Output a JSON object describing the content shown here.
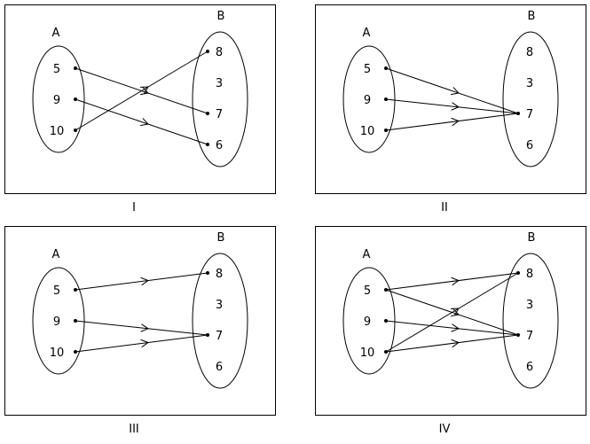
{
  "set_a_label": "A",
  "set_b_label": "B",
  "panels": [
    {
      "label": "I",
      "set_a": [
        "5",
        "9",
        "10"
      ],
      "set_b": [
        "8",
        "3",
        "7",
        "6"
      ],
      "b_points": [
        "8",
        "7",
        "6"
      ],
      "mappings": [
        [
          "5",
          "7"
        ],
        [
          "9",
          "6"
        ],
        [
          "10",
          "8"
        ]
      ]
    },
    {
      "label": "II",
      "set_a": [
        "5",
        "9",
        "10"
      ],
      "set_b": [
        "8",
        "3",
        "7",
        "6"
      ],
      "b_points": [
        "7"
      ],
      "mappings": [
        [
          "5",
          "7"
        ],
        [
          "9",
          "7"
        ],
        [
          "10",
          "7"
        ]
      ]
    },
    {
      "label": "III",
      "set_a": [
        "5",
        "9",
        "10"
      ],
      "set_b": [
        "8",
        "3",
        "7",
        "6"
      ],
      "b_points": [
        "8",
        "7"
      ],
      "mappings": [
        [
          "5",
          "8"
        ],
        [
          "9",
          "7"
        ],
        [
          "10",
          "7"
        ]
      ]
    },
    {
      "label": "IV",
      "set_a": [
        "5",
        "9",
        "10"
      ],
      "set_b": [
        "8",
        "3",
        "7",
        "6"
      ],
      "b_points": [
        "8",
        "7"
      ],
      "mappings": [
        [
          "5",
          "8"
        ],
        [
          "5",
          "7"
        ],
        [
          "9",
          "7"
        ],
        [
          "10",
          "8"
        ],
        [
          "10",
          "7"
        ]
      ]
    }
  ]
}
